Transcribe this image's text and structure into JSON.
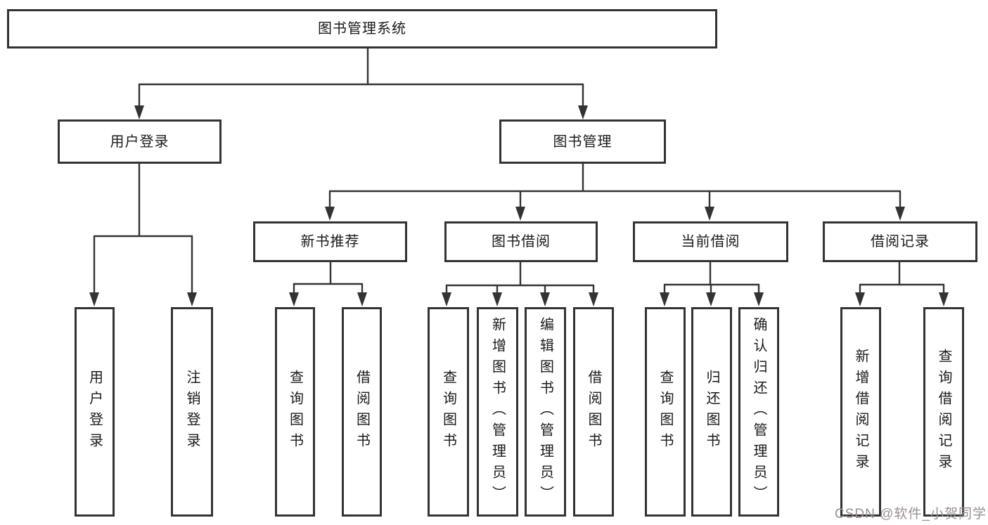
{
  "page": {
    "background": "#ffffff",
    "line_color": "#333333",
    "text_color": "#1a1a1a",
    "watermark": {
      "text": "CSDN @软件_小贺同学",
      "color": "#9a9092"
    }
  },
  "tree": {
    "root": {
      "label": "图书管理系统"
    },
    "branches": [
      {
        "label": "用户登录",
        "children": [
          {
            "label": "用户登录"
          },
          {
            "label": "注销登录"
          }
        ]
      },
      {
        "label": "图书管理",
        "children": [
          {
            "label": "新书推荐",
            "children": [
              {
                "label": "查询图书"
              },
              {
                "label": "借阅图书"
              }
            ]
          },
          {
            "label": "图书借阅",
            "children": [
              {
                "label": "查询图书"
              },
              {
                "label": "新增图书（管理员）"
              },
              {
                "label": "编辑图书（管理员）"
              },
              {
                "label": "借阅图书"
              }
            ]
          },
          {
            "label": "当前借阅",
            "children": [
              {
                "label": "查询图书"
              },
              {
                "label": "归还图书"
              },
              {
                "label": "确认归还（管理员）"
              }
            ]
          },
          {
            "label": "借阅记录",
            "children": [
              {
                "label": "新增借阅记录"
              },
              {
                "label": "查询借阅记录"
              }
            ]
          }
        ]
      }
    ]
  }
}
